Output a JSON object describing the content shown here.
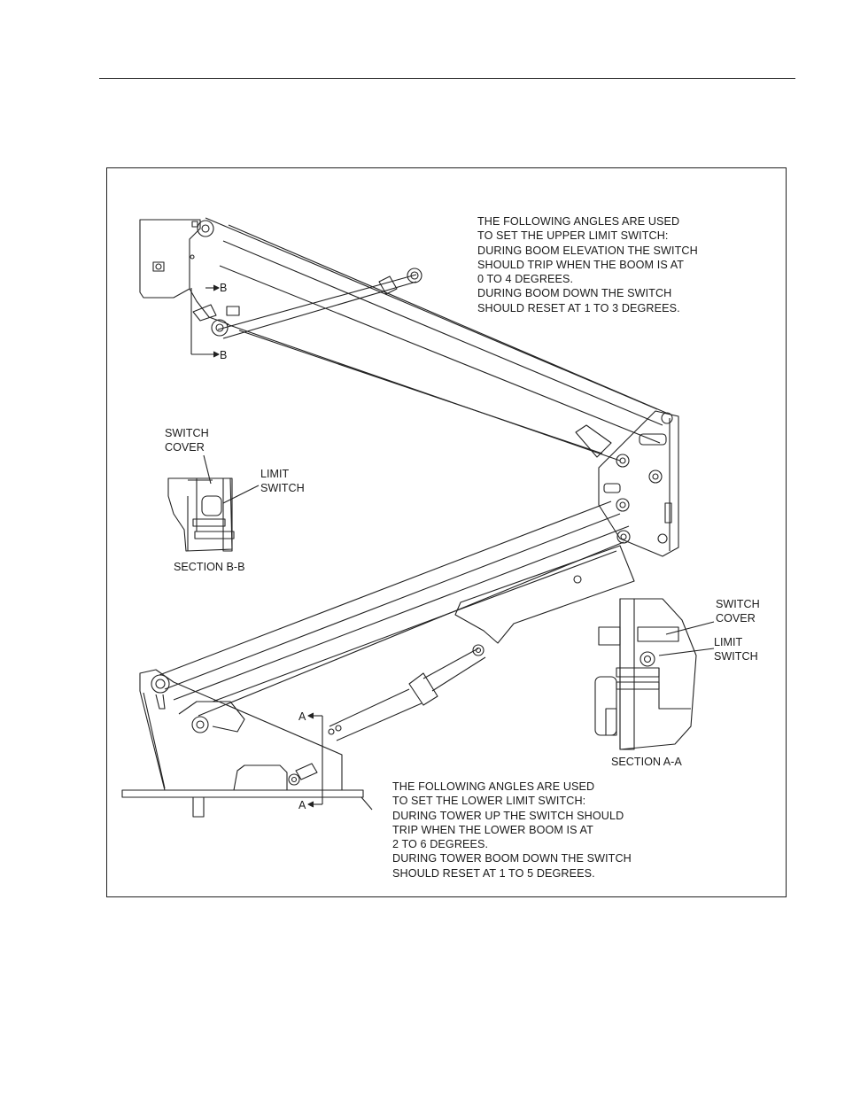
{
  "upper_note": {
    "lines": [
      "THE FOLLOWING ANGLES ARE USED",
      "TO SET THE UPPER LIMIT SWITCH:",
      "DURING BOOM ELEVATION THE SWITCH",
      "SHOULD TRIP WHEN THE BOOM IS AT",
      "0 TO 4 DEGREES.",
      "DURING BOOM DOWN THE SWITCH",
      "SHOULD RESET AT 1 TO 3 DEGREES."
    ]
  },
  "lower_note": {
    "lines": [
      "THE FOLLOWING ANGLES ARE USED",
      "TO SET THE LOWER LIMIT SWITCH:",
      "DURING TOWER UP THE SWITCH SHOULD",
      "TRIP WHEN THE LOWER BOOM IS AT",
      "2 TO 6 DEGREES.",
      "DURING TOWER BOOM DOWN THE SWITCH",
      "SHOULD RESET AT 1 TO 5 DEGREES."
    ]
  },
  "section_bb": {
    "switch_cover": [
      "SWITCH",
      "COVER"
    ],
    "limit_switch": [
      "LIMIT",
      "SWITCH"
    ],
    "title": "SECTION B-B"
  },
  "section_aa": {
    "switch_cover": [
      "SWITCH",
      "COVER"
    ],
    "limit_switch": [
      "LIMIT",
      "SWITCH"
    ],
    "title": "SECTION A-A"
  },
  "markers": {
    "b_upper": "B",
    "b_lower": "B",
    "a_upper": "A",
    "a_lower": "A"
  }
}
